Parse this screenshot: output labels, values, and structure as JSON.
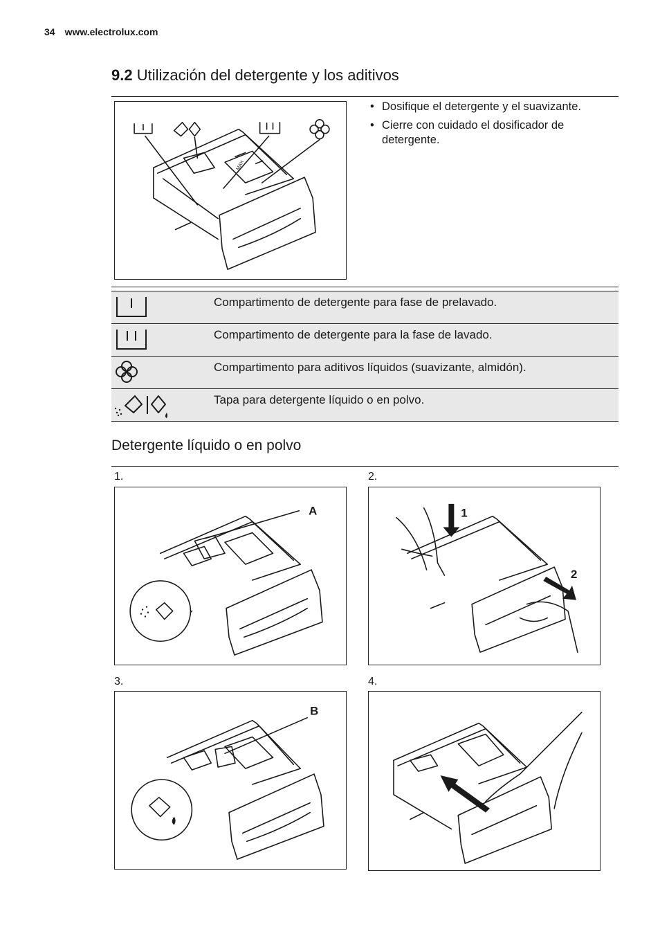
{
  "header": {
    "page_number": "34",
    "site": "www.electrolux.com"
  },
  "section": {
    "number": "9.2",
    "title": "Utilización del detergente y los aditivos"
  },
  "bullets": [
    "Dosifique el detergente y el suavizante.",
    "Cierre con cuidado el dosificador de detergente."
  ],
  "legend": [
    {
      "icon": "prewash-compartment-icon",
      "text": "Compartimento de detergente para fase de prelavado."
    },
    {
      "icon": "wash-compartment-icon",
      "text": "Compartimento de detergente para la fase de lavado."
    },
    {
      "icon": "softener-flower-icon",
      "text": "Compartimento para aditivos líquidos (suavizante, almidón)."
    },
    {
      "icon": "liquid-powder-flap-icon",
      "text": "Tapa para detergente líquido o en polvo."
    }
  ],
  "subsection": {
    "title": "Detergente líquido o en polvo"
  },
  "steps": [
    {
      "label": "1.",
      "callouts": [
        "A"
      ]
    },
    {
      "label": "2.",
      "callouts": [
        "1",
        "2"
      ]
    },
    {
      "label": "3.",
      "callouts": [
        "B"
      ]
    },
    {
      "label": "4.",
      "callouts": []
    }
  ],
  "drawer_marks": {
    "max": "MAX"
  },
  "colors": {
    "text": "#1a1a1a",
    "rule": "#222222",
    "table_fill": "#e8e8e8"
  }
}
